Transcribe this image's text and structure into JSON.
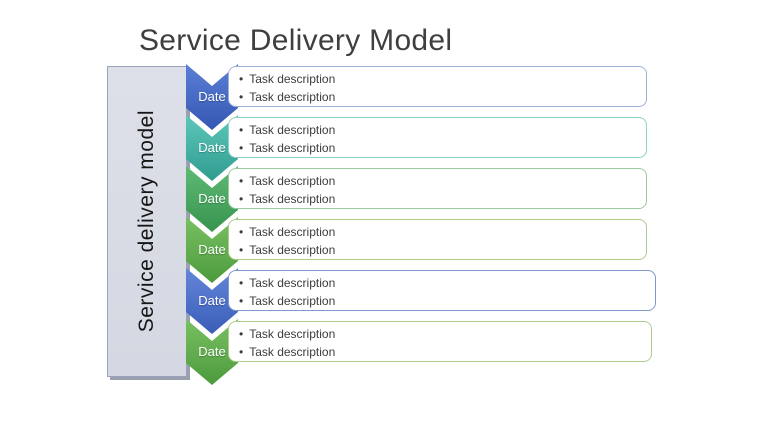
{
  "slide": {
    "title": "Service Delivery Model",
    "background": "#ffffff",
    "title_color": "#3f3f3f"
  },
  "sidebar": {
    "label": "Service delivery model",
    "fill": "#d8dbe4",
    "border": "#9aa3ba",
    "shadow": "#9aa0ad",
    "text_color": "#161616"
  },
  "bullet_glyph": "•",
  "rows": [
    {
      "date": "Date",
      "chevron_light": "#5b7fd6",
      "chevron_dark": "#3557b4",
      "box_border": "#9fb0d6",
      "tasks": [
        "Task description",
        "Task description"
      ]
    },
    {
      "date": "Date",
      "chevron_light": "#5ec7ba",
      "chevron_dark": "#2f9c90",
      "box_border": "#8fd0c7",
      "tasks": [
        "Task description",
        "Task description"
      ]
    },
    {
      "date": "Date",
      "chevron_light": "#5fba74",
      "chevron_dark": "#37944e",
      "box_border": "#9cc9a0",
      "tasks": [
        "Task description",
        "Task description"
      ]
    },
    {
      "date": "Date",
      "chevron_light": "#79c163",
      "chevron_dark": "#4c9a3c",
      "box_border": "#aecb8e",
      "tasks": [
        "Task description",
        "Task description"
      ]
    },
    {
      "date": "Date",
      "chevron_light": "#6486d9",
      "chevron_dark": "#3a5db8",
      "box_border": "#8099cc",
      "tasks": [
        "Task description",
        "Task description"
      ]
    },
    {
      "date": "Date",
      "chevron_light": "#79c163",
      "chevron_dark": "#4c9a3c",
      "box_border": "#afcc90",
      "tasks": [
        "Task description",
        "Task description"
      ]
    }
  ]
}
